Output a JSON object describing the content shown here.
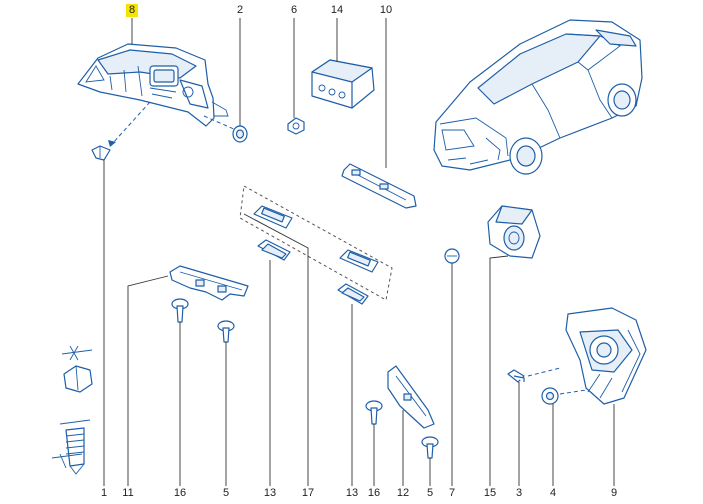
{
  "colors": {
    "line": "#1f5fa8",
    "highlight": "#f5e400",
    "text": "#222222"
  },
  "top_labels": [
    {
      "id": "8",
      "text": "8",
      "highlighted": true
    },
    {
      "id": "2",
      "text": "2"
    },
    {
      "id": "6",
      "text": "6"
    },
    {
      "id": "14",
      "text": "14"
    },
    {
      "id": "10",
      "text": "10"
    }
  ],
  "bottom_labels": [
    {
      "text": "1"
    },
    {
      "text": "11"
    },
    {
      "text": "16"
    },
    {
      "text": "5"
    },
    {
      "text": "13"
    },
    {
      "text": "17"
    },
    {
      "text": "13"
    },
    {
      "text": "16"
    },
    {
      "text": "12"
    },
    {
      "text": "5"
    },
    {
      "text": "7"
    },
    {
      "text": "15"
    },
    {
      "text": "3"
    },
    {
      "text": "4"
    },
    {
      "text": "9"
    }
  ]
}
